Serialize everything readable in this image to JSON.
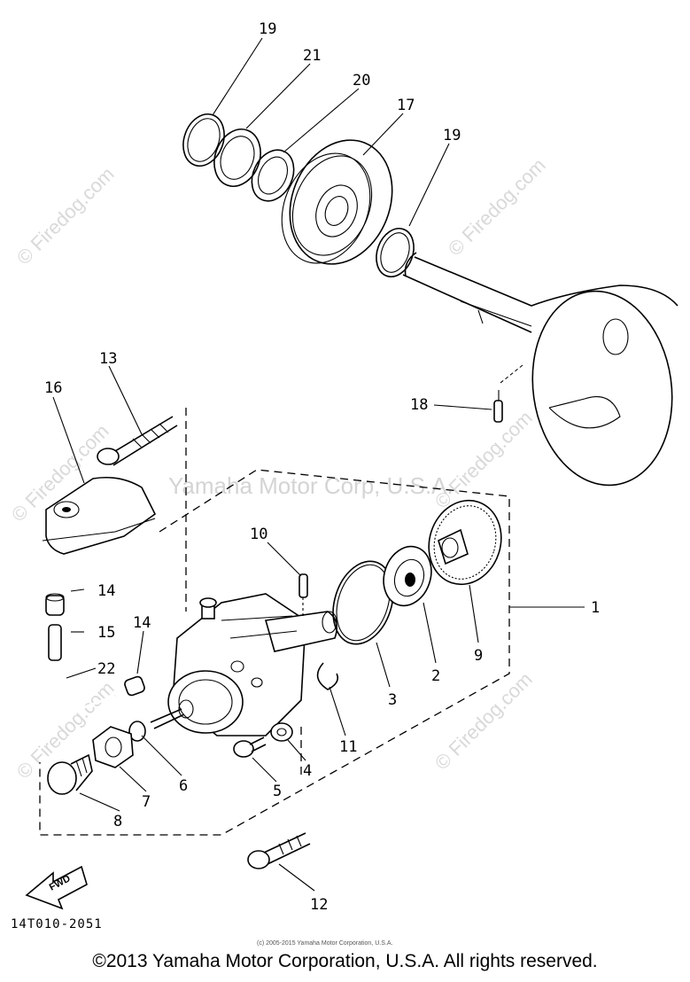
{
  "watermarks": {
    "site": "© Firedog.com",
    "center": "Yamaha Motor Corp, U.S.A."
  },
  "callouts": [
    "19",
    "21",
    "20",
    "17",
    "19",
    "18",
    "13",
    "16",
    "10",
    "1",
    "14",
    "15",
    "14",
    "22",
    "3",
    "2",
    "9",
    "11",
    "4",
    "5",
    "6",
    "7",
    "8",
    "12"
  ],
  "diagram_code": "14T010-2051",
  "fwd_label": "FWD",
  "small_copyright": "(c) 2005-2015 Yamaha Motor Corporation, U.S.A.",
  "copyright": "©2013 Yamaha Motor Corporation, U.S.A. All rights reserved."
}
